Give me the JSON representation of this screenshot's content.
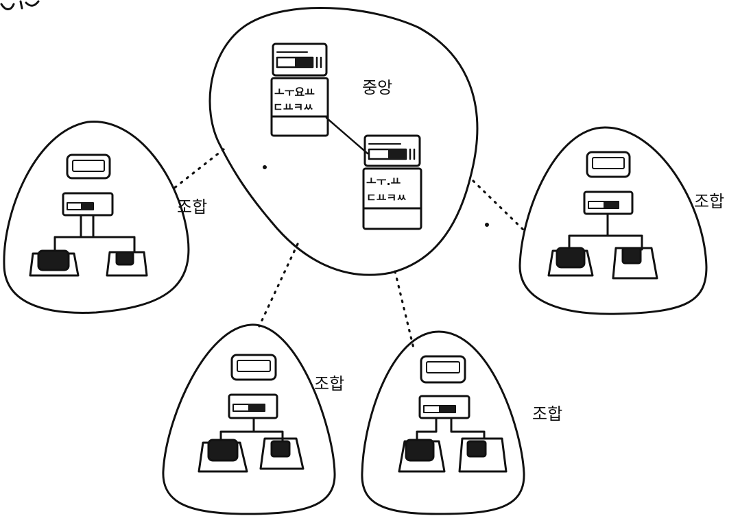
{
  "central": {
    "label": "중앙",
    "server_text_1": [
      "ㅗㅜ요ㅛ",
      "ㄷㅛㅋㅆ"
    ],
    "server_text_2": [
      "ㅗㅜ.ㅛ",
      "ㄷㅛㅋㅆ"
    ]
  },
  "nodes": [
    {
      "label": "조합"
    },
    {
      "label": "조합"
    },
    {
      "label": "조합"
    },
    {
      "label": "조합"
    }
  ],
  "colors": {
    "ink": "#111111",
    "screen": "#1a1a1a",
    "background": "#ffffff"
  }
}
